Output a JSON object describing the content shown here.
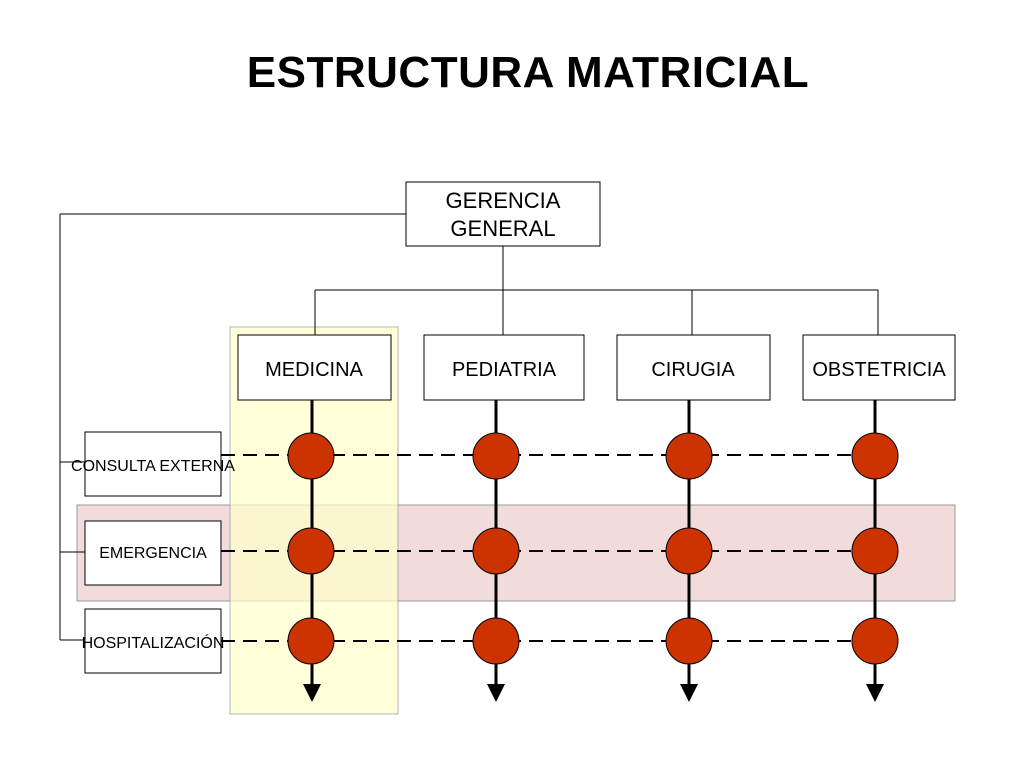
{
  "title": "ESTRUCTURA MATRICIAL",
  "top_box": {
    "line1": "GERENCIA",
    "line2": "GENERAL"
  },
  "departments": [
    "MEDICINA",
    "PEDIATRIA",
    "CIRUGIA",
    "OBSTETRICIA"
  ],
  "services": [
    "CONSULTA EXTERNA",
    "EMERGENCIA",
    "HOSPITALIZACIÓN"
  ],
  "colors": {
    "node_fill": "#cc3300",
    "highlight_column": "#ffffcc",
    "highlight_row": "#f2dcdb",
    "line": "#000000"
  }
}
